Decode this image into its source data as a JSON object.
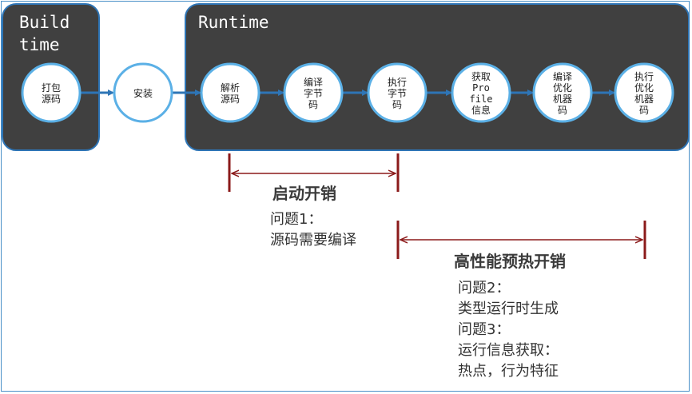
{
  "panels": {
    "build_time": {
      "title": "Build\ntime"
    },
    "runtime": {
      "title": "Runtime"
    }
  },
  "nodes": [
    {
      "id": "pack",
      "label": "打包\n源码"
    },
    {
      "id": "install",
      "label": "安装"
    },
    {
      "id": "parse",
      "label": "解析\n源码"
    },
    {
      "id": "compile-bytecode",
      "label": "编译\n字节\n码"
    },
    {
      "id": "exec-bytecode",
      "label": "执行\n字节\n码"
    },
    {
      "id": "profile",
      "label": "获取\nPro\nfile\n信息"
    },
    {
      "id": "compile-optimized",
      "label": "编译\n优化\n机器\n码"
    },
    {
      "id": "exec-optimized",
      "label": "执行\n优化\n机器\n码"
    }
  ],
  "spans": {
    "startup": {
      "heading": "启动开销",
      "issue": "问题1：\n源码需要编译"
    },
    "warmup": {
      "heading": "高性能预热开销",
      "issue": "问题2：\n类型运行时生成\n问题3：\n运行信息获取：\n热点，行为特征"
    }
  },
  "colors": {
    "panel_bg": "#404040",
    "panel_border": "#2e75b6",
    "node_border": "#5bb0e6",
    "arrow": "#2e75b6",
    "span_line": "#8b1a1a"
  }
}
